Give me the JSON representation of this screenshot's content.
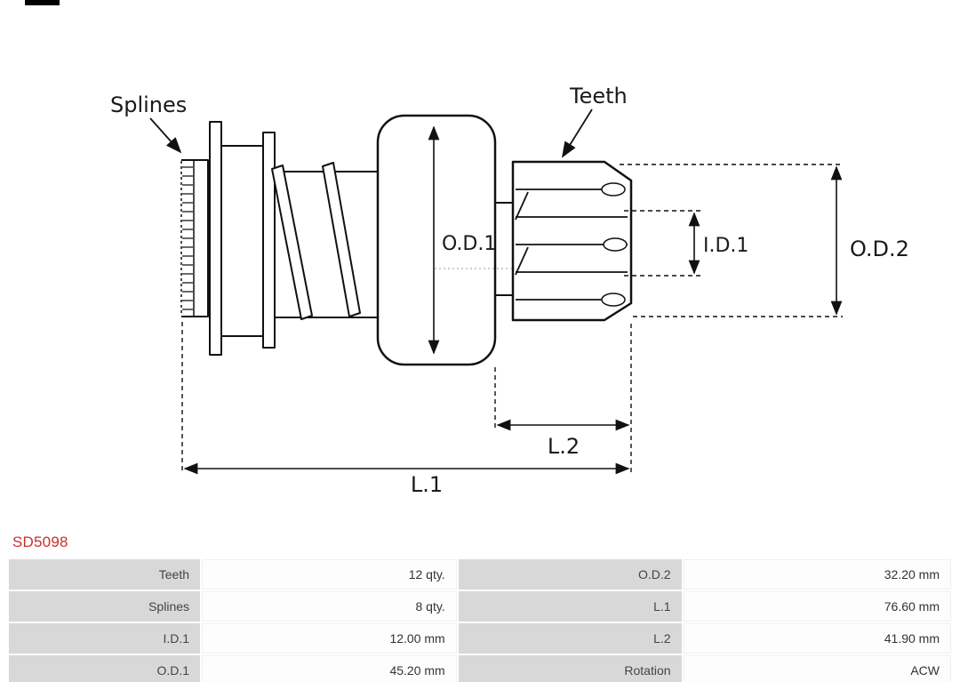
{
  "part_number": "SD5098",
  "part_number_color": "#c9302c",
  "diagram": {
    "labels": {
      "splines": "Splines",
      "teeth": "Teeth",
      "od1": "O.D.1",
      "id1": "I.D.1",
      "od2": "O.D.2",
      "l1": "L.1",
      "l2": "L.2"
    }
  },
  "table": {
    "label_bg": "#d8d8d8",
    "rows": [
      [
        "Teeth",
        "12 qty.",
        "O.D.2",
        "32.20 mm"
      ],
      [
        "Splines",
        "8 qty.",
        "L.1",
        "76.60 mm"
      ],
      [
        "I.D.1",
        "12.00 mm",
        "L.2",
        "41.90 mm"
      ],
      [
        "O.D.1",
        "45.20 mm",
        "Rotation",
        "ACW"
      ]
    ]
  }
}
